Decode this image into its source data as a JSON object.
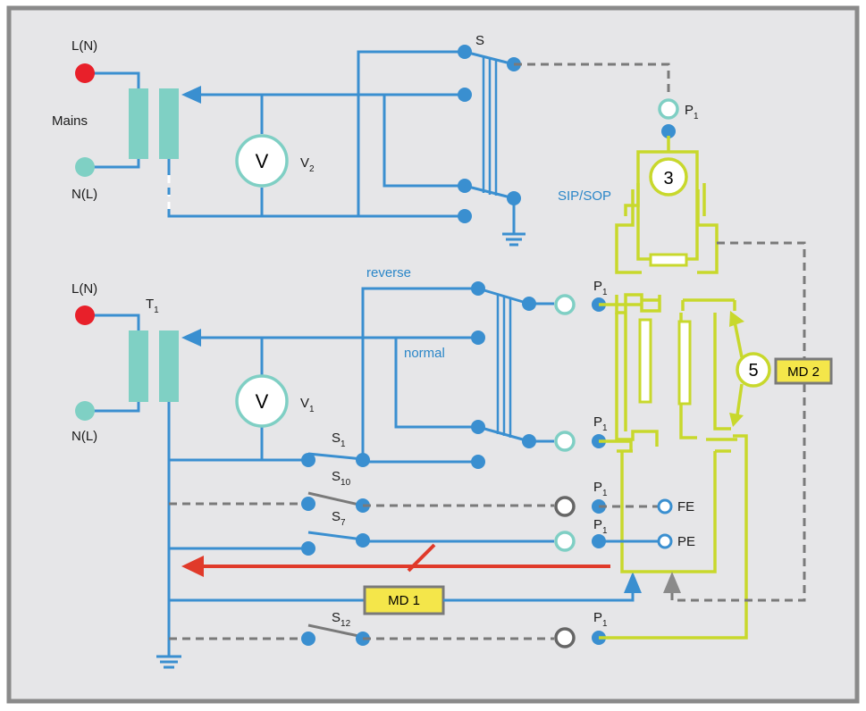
{
  "labels": {
    "top_line": "L(N)",
    "top_mains": "Mains",
    "top_neutral": "N(L)",
    "v2": "V",
    "v2_name": "V",
    "v2_sub": "2",
    "s_top": "S",
    "p1_top": "P",
    "p1_top_sub": "1",
    "probe3": "3",
    "sip_sop": "SIP/SOP",
    "bot_line": "L(N)",
    "t1": "T",
    "t1_sub": "1",
    "bot_neutral": "N(L)",
    "v1": "V",
    "v1_name": "V",
    "v1_sub": "1",
    "reverse": "reverse",
    "normal": "normal",
    "s1": "S",
    "s1_sub": "1",
    "s10": "S",
    "s10_sub": "10",
    "s7": "S",
    "s7_sub": "7",
    "s12": "S",
    "s12_sub": "12",
    "p1_a": "P",
    "p1_a_sub": "1",
    "p1_b": "P",
    "p1_b_sub": "1",
    "p1_c": "P",
    "p1_c_sub": "1",
    "p1_d": "P",
    "p1_d_sub": "1",
    "p1_e": "P",
    "p1_e_sub": "1",
    "fe": "FE",
    "pe": "PE",
    "probe5": "5",
    "md2": "MD 2",
    "md1": "MD 1"
  },
  "colors": {
    "background": "#e6e6e8",
    "frame": "#8a8a8a",
    "wire_blue": "#3a8fd0",
    "wire_yellow": "#c8d82c",
    "wire_red": "#e03a2a",
    "line_red_dot": "#e8202a",
    "neutral_dot": "#7fd0c4",
    "box_yellow": "#f4e64a"
  }
}
